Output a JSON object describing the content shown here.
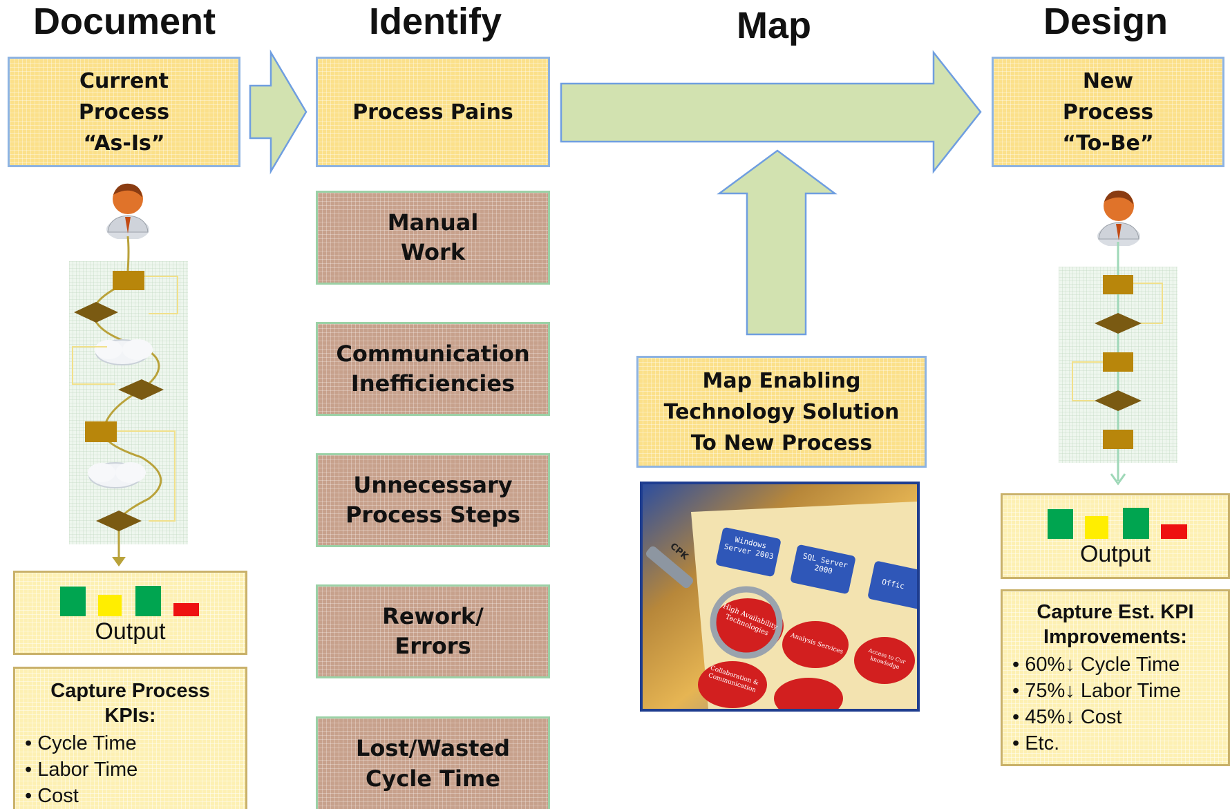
{
  "headings": {
    "document": "Document",
    "identify": "Identify",
    "map": "Map",
    "design": "Design"
  },
  "document": {
    "current_process": "Current\nProcess\n“As-Is”",
    "output_label": "Output",
    "kpi_title": "Capture Process\nKPIs:",
    "kpi_items": [
      "Cycle Time",
      "Labor Time",
      "Cost"
    ]
  },
  "identify": {
    "process_pains": "Process Pains",
    "pains": [
      "Manual\nWork",
      "Communication\nInefficiencies",
      "Unnecessary\nProcess Steps",
      "Rework/\nErrors",
      "Lost/Wasted\nCycle Time"
    ]
  },
  "map": {
    "enabling_box": "Map Enabling\nTechnology Solution\nTo New Process",
    "screenshot_labels": {
      "magnifier_tag": "CPK",
      "windows": "Windows\nServer 2003",
      "sql": "SQL Server\n2000",
      "office": "Offic",
      "high_availability": "High Availability\nTechnologies",
      "analysis": "Analysis Services",
      "collaboration": "Collaboration &\nCommunication",
      "knowledge": "Access to Cur\nknowledge"
    }
  },
  "design": {
    "new_process": "New\nProcess\n“To-Be”",
    "output_label": "Output",
    "kpi_title": "Capture Est. KPI\nImprovements:",
    "kpi_items": [
      "60%↓ Cycle Time",
      "75%↓ Labor Time",
      "45%↓ Cost",
      "Etc."
    ]
  },
  "colors": {
    "yellow_box": "#fbe08a",
    "brown_box": "#c7a18c",
    "arrow_fill": "#d2e2b0",
    "arrow_border": "#6f9ee0",
    "kpi_green": "#00a550",
    "kpi_yellow": "#ffee00",
    "kpi_red": "#ee1111"
  }
}
